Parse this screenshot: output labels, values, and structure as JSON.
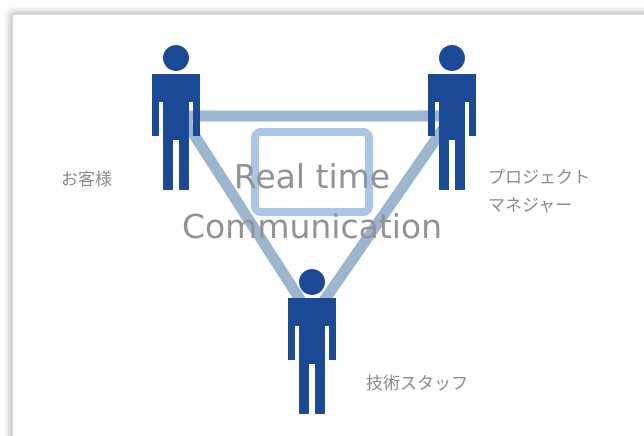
{
  "diagram": {
    "center": {
      "line1": "Real time",
      "line2": "Communication"
    },
    "nodes": {
      "customer": {
        "label": "お客様"
      },
      "pm": {
        "line1": "プロジェクト",
        "line2": "マネジャー"
      },
      "tech": {
        "label": "技術スタッフ"
      }
    },
    "colors": {
      "person": "#1a4a96",
      "connector": "#9cb6cf",
      "screen": "#a9c6e6",
      "label": "#8c8c8c",
      "center_text": "#939393"
    },
    "icons": {
      "person": "person-icon",
      "screen": "monitor-icon"
    }
  }
}
